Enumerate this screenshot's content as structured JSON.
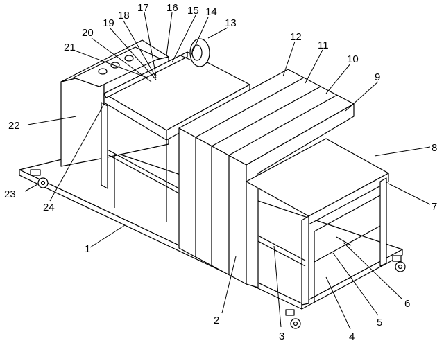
{
  "labels": {
    "l1": "1",
    "l2": "2",
    "l3": "3",
    "l4": "4",
    "l5": "5",
    "l6": "6",
    "l7": "7",
    "l8": "8",
    "l9": "9",
    "l10": "10",
    "l11": "11",
    "l12": "12",
    "l13": "13",
    "l14": "14",
    "l15": "15",
    "l16": "16",
    "l17": "17",
    "l18": "18",
    "l19": "19",
    "l20": "20",
    "l21": "21",
    "l22": "22",
    "l23": "23",
    "l24": "24"
  }
}
